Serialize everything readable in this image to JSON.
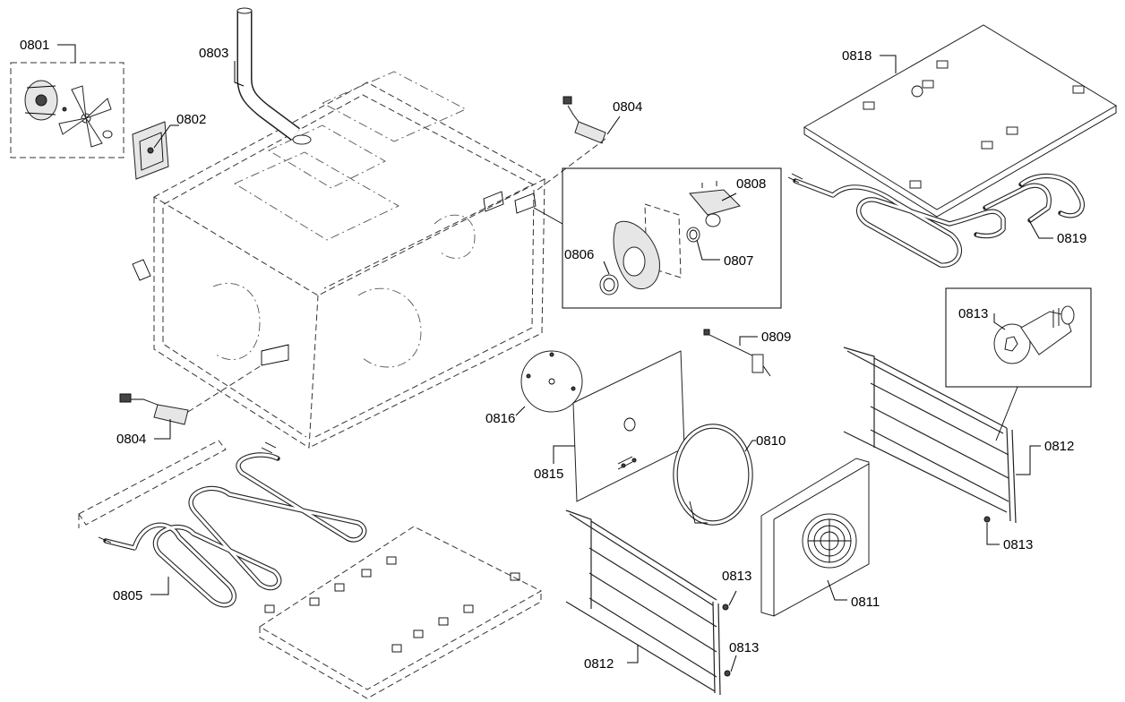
{
  "callouts": {
    "c0801": "0801",
    "c0802": "0802",
    "c0803": "0803",
    "c0804_top": "0804",
    "c0804_left": "0804",
    "c0805": "0805",
    "c0806": "0806",
    "c0807": "0807",
    "c0808": "0808",
    "c0809": "0809",
    "c0810": "0810",
    "c0811": "0811",
    "c0812_right": "0812",
    "c0812_bottom": "0812",
    "c0813_detail": "0813",
    "c0813_right": "0813",
    "c0813_mid": "0813",
    "c0813_bottom": "0813",
    "c0815": "0815",
    "c0816": "0816",
    "c0818": "0818",
    "c0819": "0819"
  },
  "colors": {
    "line": "#000000",
    "background": "#ffffff",
    "detail_fill": "#e6e6e6"
  }
}
